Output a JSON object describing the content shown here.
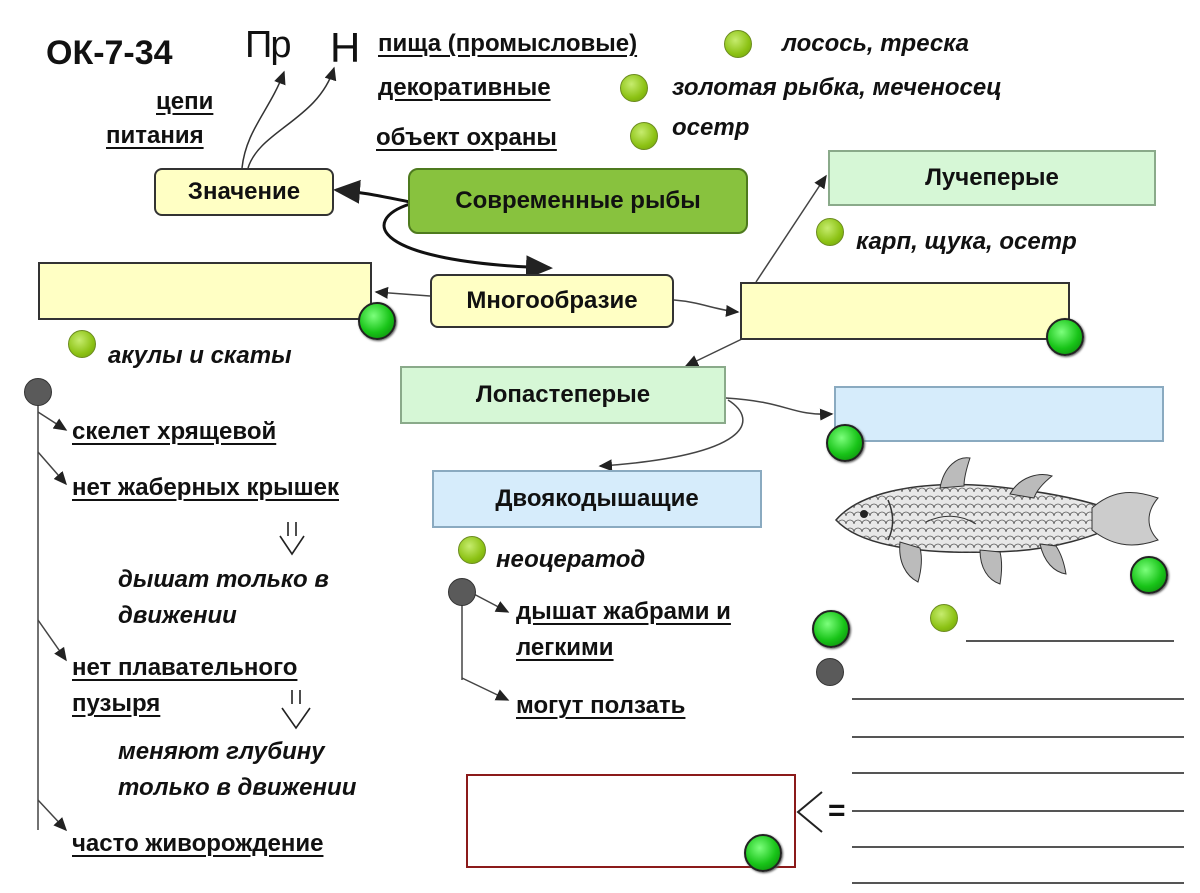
{
  "code": "ОК-7-34",
  "glyph_pr": "Пр",
  "glyph_h": "Н",
  "chains": [
    "цепи",
    "питания"
  ],
  "uses": [
    {
      "label": "пища (промысловые)",
      "example": "лосось, треска"
    },
    {
      "label": "декоративные",
      "example": "золотая рыбка, меченосец"
    },
    {
      "label": "объект охраны",
      "example": "осетр"
    }
  ],
  "nodes": {
    "znachenie": "Значение",
    "sovremennye": "Современные рыбы",
    "mnogoobrazie": "Многообразие",
    "lucheperye": "Лучеперые",
    "lopasteperye": "Лопастеперые",
    "dvoyakodyshashchie": "Двоякодышащие"
  },
  "examples": {
    "lucheperye": "карп, щука, осетр",
    "sharks": "акулы и скаты",
    "lungfish": "неоцератод"
  },
  "cartilaginous": {
    "traits": [
      "скелет хрящевой",
      "нет жаберных крышек",
      "нет плавательного",
      "пузыря",
      "часто живорождение"
    ],
    "consequences": [
      "дышат только в",
      "движении",
      "меняют глубину",
      "только в движении"
    ]
  },
  "lungfish_traits": [
    "дышат жабрами и",
    "легкими",
    "могут ползать"
  ],
  "equals_sign": "="
}
